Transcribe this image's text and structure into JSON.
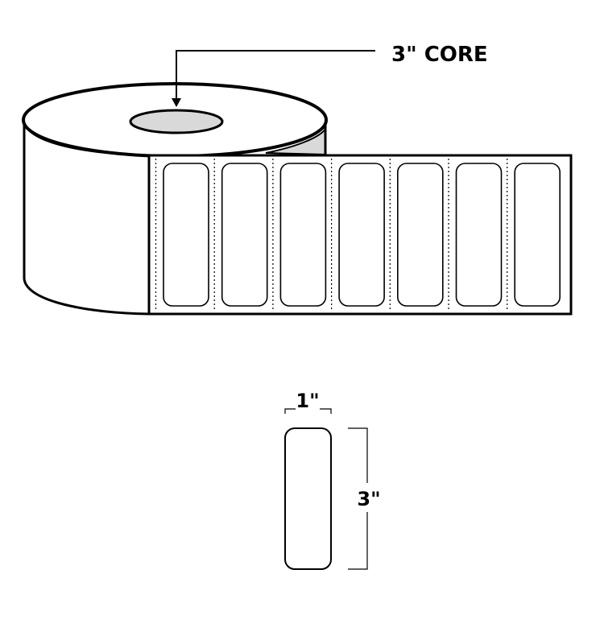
{
  "core_label": "3\" CORE",
  "width_label": "1\"",
  "height_label": "3\"",
  "label_count": 7,
  "colors": {
    "line": "#000000",
    "core_fill": "#d9d9d9",
    "background": "#ffffff"
  }
}
